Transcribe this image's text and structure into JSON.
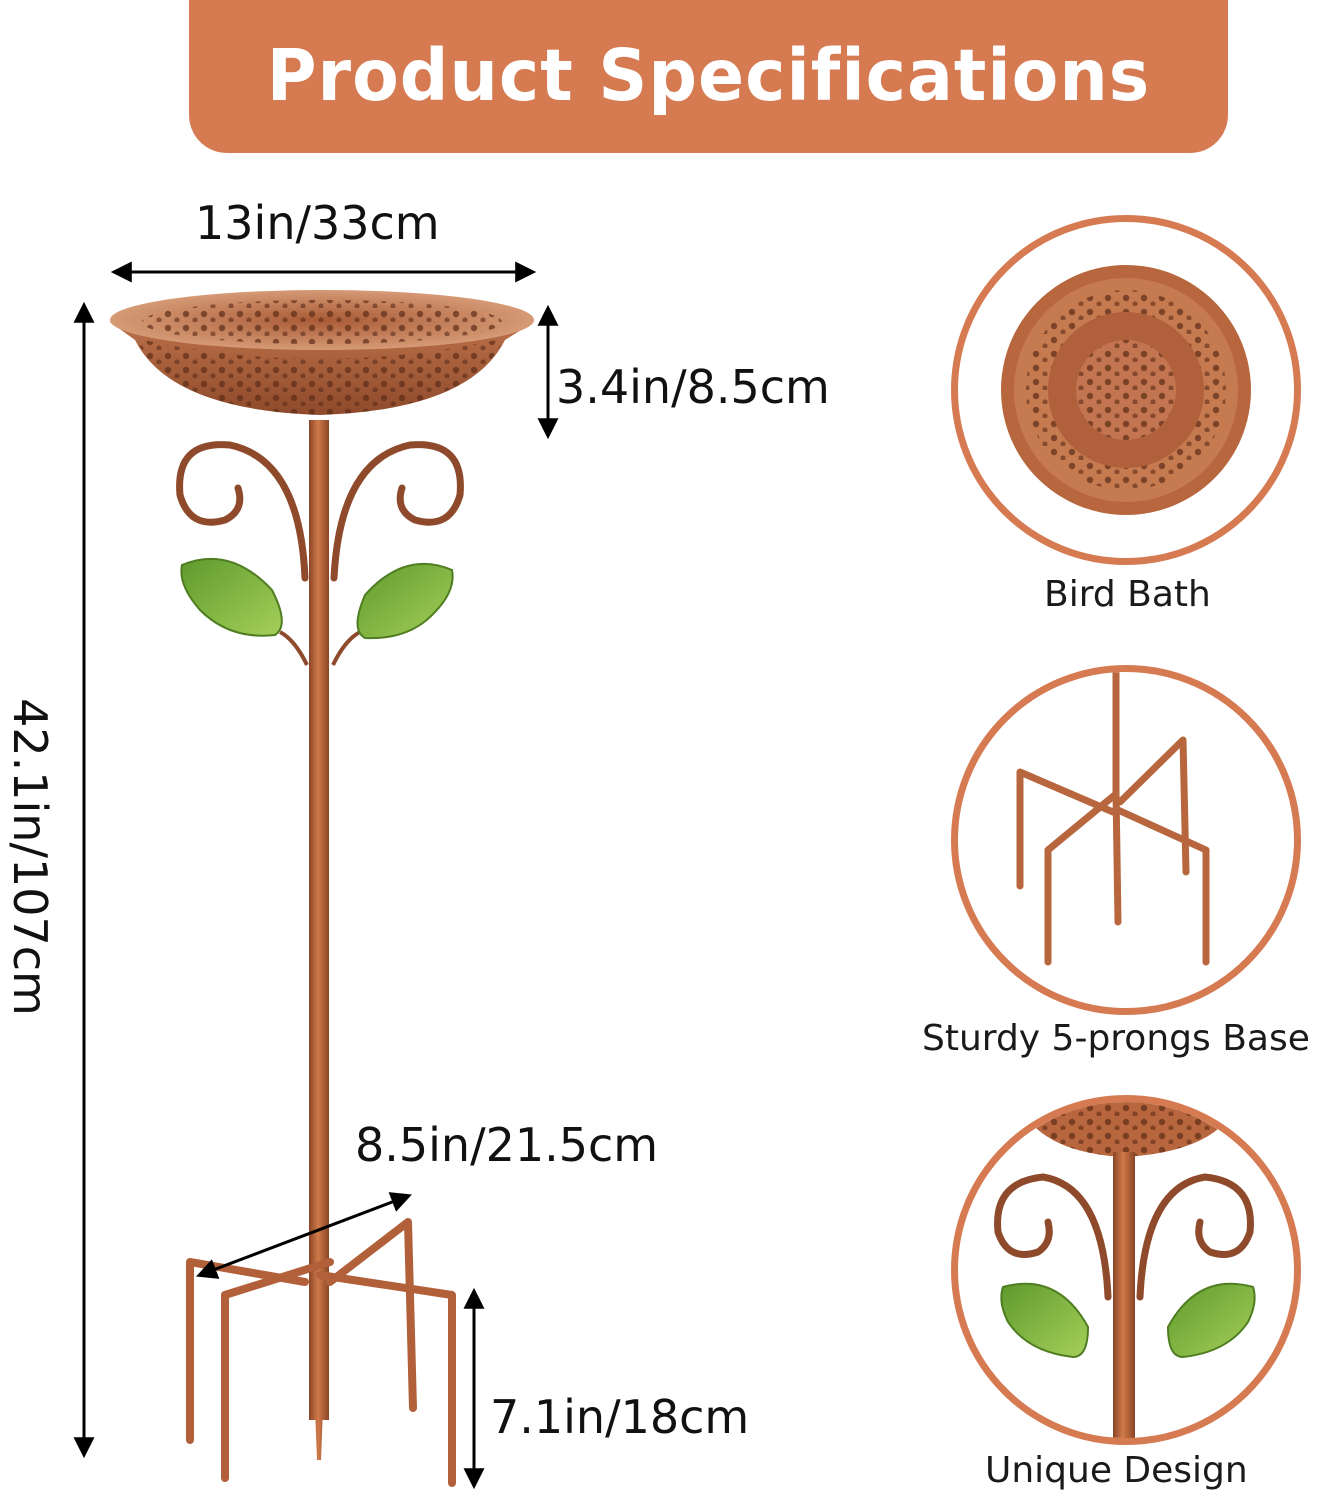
{
  "banner": {
    "title": "Product Specifications",
    "background_color": "#d67a52",
    "text_color": "#ffffff"
  },
  "dimensions": {
    "bowl_diameter": "13in/33cm",
    "bowl_depth": "3.4in/8.5cm",
    "total_height": "42.1in/107cm",
    "base_width": "8.5in/21.5cm",
    "prong_height": "7.1in/18cm"
  },
  "features": [
    {
      "icon": "bird-bath-bowl-closeup",
      "caption": "Bird Bath"
    },
    {
      "icon": "five-prong-base-closeup",
      "caption": "Sturdy 5-prongs Base"
    },
    {
      "icon": "leaf-scroll-design-closeup",
      "caption": "Unique Design"
    }
  ],
  "colors": {
    "accent": "#d67a52",
    "copper": "#b8663d",
    "copper_dark": "#8a4526",
    "leaf_green": "#7fb241",
    "arrow": "#000000"
  }
}
